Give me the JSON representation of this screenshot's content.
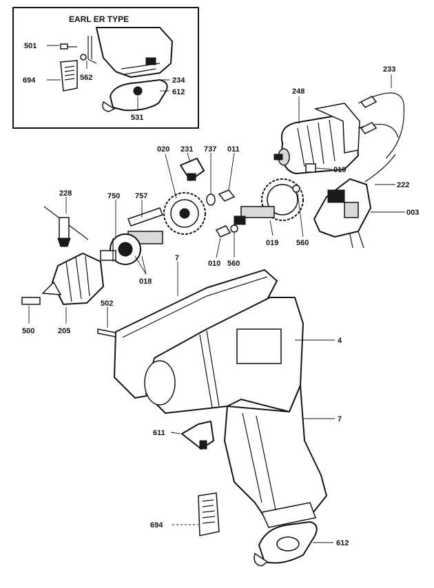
{
  "diagram": {
    "inset_title": "EARL ER TYPE",
    "labels": {
      "p501": "501",
      "p694_top": "694",
      "p562": "562",
      "p234": "234",
      "p612_top": "612",
      "p531": "531",
      "p233": "233",
      "p248": "248",
      "p231": "231",
      "p737": "737",
      "p011": "011",
      "p020": "020",
      "p010_right": "010",
      "p222": "222",
      "p003": "003",
      "p228": "228",
      "p750": "750",
      "p757": "757",
      "p018": "018",
      "p010_left": "010",
      "p560_left": "560",
      "p019": "019",
      "p560_right": "560",
      "p7_top": "7",
      "p502": "502",
      "p500": "500",
      "p205": "205",
      "p4": "4",
      "p7_right": "7",
      "p611": "611",
      "p694_bottom": "694",
      "p612_bottom": "612"
    }
  }
}
